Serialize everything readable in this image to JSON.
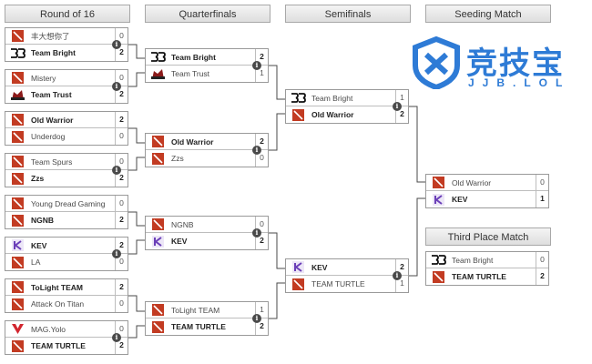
{
  "columns": {
    "round16": "Round of 16",
    "quarterfinals": "Quarterfinals",
    "semifinals": "Semifinals",
    "seeding": "Seeding Match",
    "third_place": "Third Place Match"
  },
  "brand": {
    "name": "竞技宝",
    "domain": "JJB.LOL"
  },
  "matches": {
    "r16_1": {
      "top": {
        "name": "丰大想你了",
        "score": "0",
        "logo": "dota-logo"
      },
      "bot": {
        "name": "Team Bright",
        "score": "2",
        "logo": "tb-logo"
      }
    },
    "r16_2": {
      "top": {
        "name": "Mistery",
        "score": "0",
        "logo": "dota-logo"
      },
      "bot": {
        "name": "Team Trust",
        "score": "2",
        "logo": "trust-logo"
      }
    },
    "r16_3": {
      "top": {
        "name": "Old Warrior",
        "score": "2",
        "logo": "dota-logo"
      },
      "bot": {
        "name": "Underdog",
        "score": "0",
        "logo": "dota-logo"
      }
    },
    "r16_4": {
      "top": {
        "name": "Team Spurs",
        "score": "0",
        "logo": "dota-logo"
      },
      "bot": {
        "name": "Zzs",
        "score": "2",
        "logo": "dota-logo"
      }
    },
    "r16_5": {
      "top": {
        "name": "Young Dread Gaming",
        "score": "0",
        "logo": "dota-logo"
      },
      "bot": {
        "name": "NGNB",
        "score": "2",
        "logo": "dota-logo"
      }
    },
    "r16_6": {
      "top": {
        "name": "KEV",
        "score": "2",
        "logo": "kev-logo"
      },
      "bot": {
        "name": "LA",
        "score": "0",
        "logo": "dota-logo"
      }
    },
    "r16_7": {
      "top": {
        "name": "ToLight TEAM",
        "score": "2",
        "logo": "dota-logo"
      },
      "bot": {
        "name": "Attack On Titan",
        "score": "0",
        "logo": "dota-logo"
      }
    },
    "r16_8": {
      "top": {
        "name": "MAG.Yolo",
        "score": "0",
        "logo": "mag-logo"
      },
      "bot": {
        "name": "TEAM TURTLE",
        "score": "2",
        "logo": "dota-logo"
      }
    },
    "qf_1": {
      "top": {
        "name": "Team Bright",
        "score": "2",
        "logo": "tb-logo"
      },
      "bot": {
        "name": "Team Trust",
        "score": "1",
        "logo": "trust-logo"
      }
    },
    "qf_2": {
      "top": {
        "name": "Old Warrior",
        "score": "2",
        "logo": "dota-logo"
      },
      "bot": {
        "name": "Zzs",
        "score": "0",
        "logo": "dota-logo"
      }
    },
    "qf_3": {
      "top": {
        "name": "NGNB",
        "score": "0",
        "logo": "dota-logo"
      },
      "bot": {
        "name": "KEV",
        "score": "2",
        "logo": "kev-logo"
      }
    },
    "qf_4": {
      "top": {
        "name": "ToLight TEAM",
        "score": "1",
        "logo": "dota-logo"
      },
      "bot": {
        "name": "TEAM TURTLE",
        "score": "2",
        "logo": "dota-logo"
      }
    },
    "sf_1": {
      "top": {
        "name": "Team Bright",
        "score": "1",
        "logo": "tb-logo"
      },
      "bot": {
        "name": "Old Warrior",
        "score": "2",
        "logo": "dota-logo"
      }
    },
    "sf_2": {
      "top": {
        "name": "KEV",
        "score": "2",
        "logo": "kev-logo"
      },
      "bot": {
        "name": "TEAM TURTLE",
        "score": "1",
        "logo": "dota-logo"
      }
    },
    "seed_1": {
      "top": {
        "name": "Old Warrior",
        "score": "0",
        "logo": "dota-logo"
      },
      "bot": {
        "name": "KEV",
        "score": "1",
        "logo": "kev-logo"
      }
    },
    "third_1": {
      "top": {
        "name": "Team Bright",
        "score": "0",
        "logo": "tb-logo"
      },
      "bot": {
        "name": "TEAM TURTLE",
        "score": "2",
        "logo": "dota-logo"
      }
    }
  },
  "colors": {
    "accent": "#2e7bd6",
    "dota_red": "#c23b22",
    "kev_purple": "#6b3fb8",
    "mag_red": "#d2262f"
  }
}
